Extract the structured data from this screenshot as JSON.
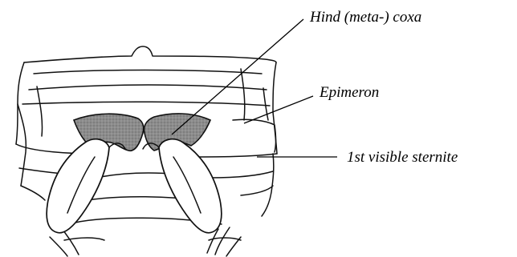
{
  "labels": {
    "hind_coxa": "Hind (meta-) coxa",
    "epimeron": "Epimeron",
    "sternite": "1st visible sternite"
  },
  "colors": {
    "coxa_shading": "#8a8a8a",
    "line": "#111111"
  }
}
